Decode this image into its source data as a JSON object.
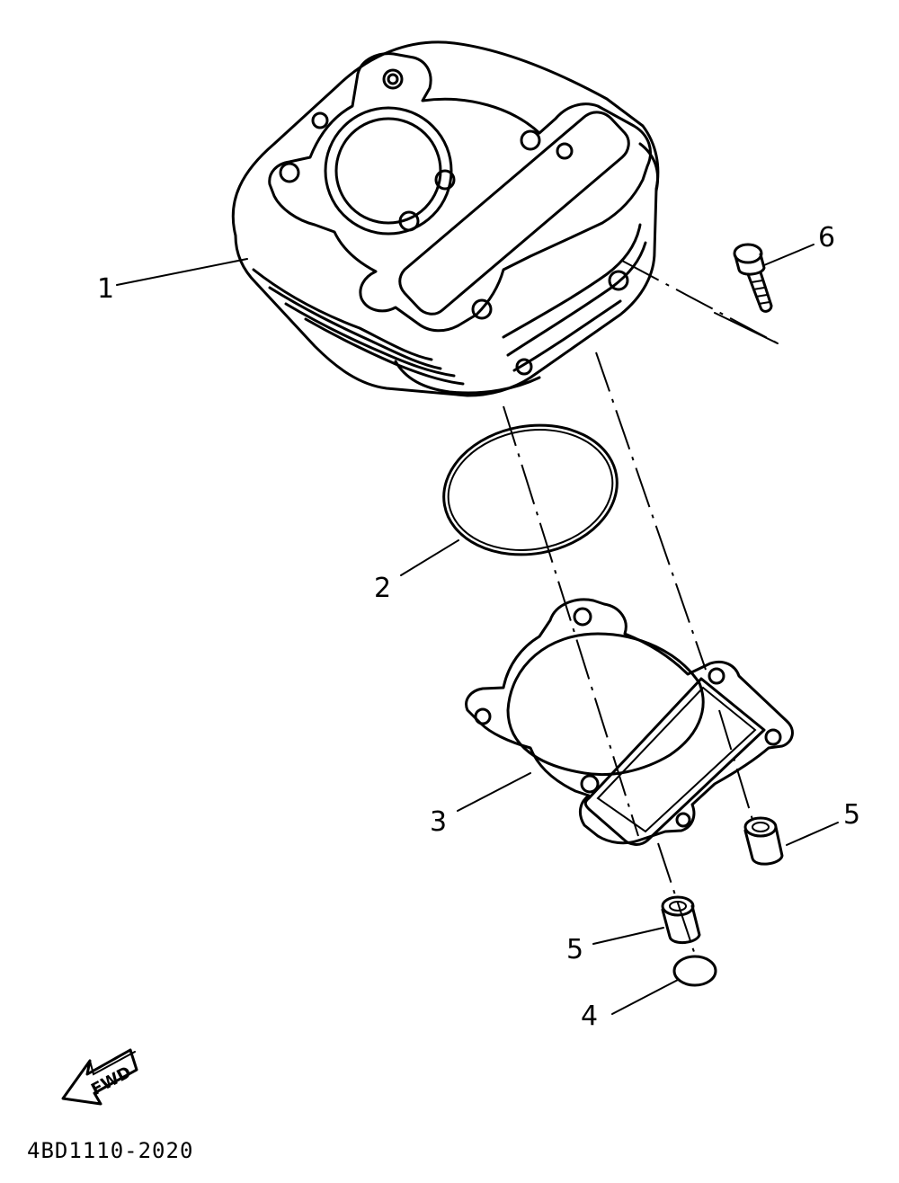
{
  "callouts": [
    {
      "id": "1",
      "label": "1"
    },
    {
      "id": "2",
      "label": "2"
    },
    {
      "id": "3",
      "label": "3"
    },
    {
      "id": "4",
      "label": "4"
    },
    {
      "id": "5a",
      "label": "5"
    },
    {
      "id": "5b",
      "label": "5"
    },
    {
      "id": "6",
      "label": "6"
    }
  ],
  "direction_label": "FWD",
  "diagram_code": "4BD1110-2020"
}
